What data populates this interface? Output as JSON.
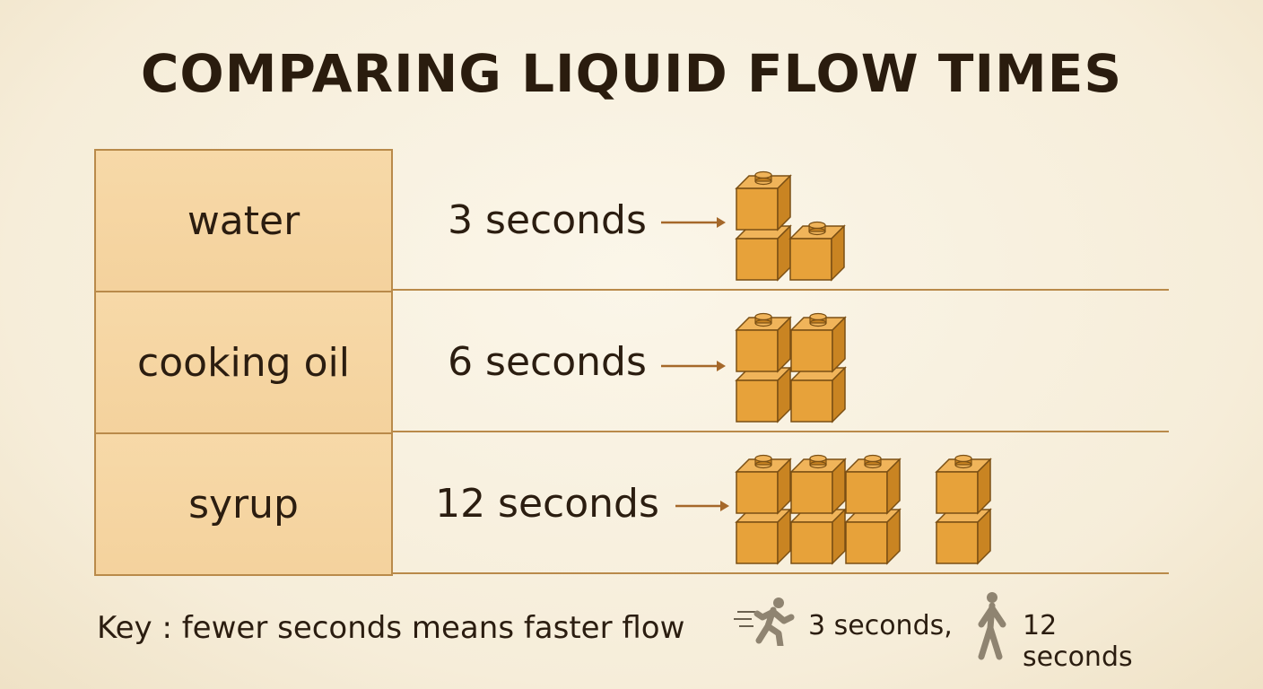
{
  "title": "COMPARING LIQUID FLOW TIMES",
  "chart_data": {
    "type": "table",
    "unit": "seconds",
    "rows": [
      {
        "label": "water",
        "value": 3,
        "display": "3 seconds"
      },
      {
        "label": "cooking oil",
        "value": 6,
        "display": "6 seconds"
      },
      {
        "label": "syrup",
        "value": 12,
        "display": "12 seconds"
      }
    ]
  },
  "key": {
    "text": "Key : fewer seconds means faster flow",
    "fast_label": "3 seconds,",
    "slow_label": "12 seconds",
    "fast_icon": "running-person-icon",
    "slow_icon": "walking-person-icon"
  },
  "colors": {
    "block": "#e7a23a",
    "block_top": "#f0b45a",
    "block_side": "#c98422",
    "block_edge": "#7a4f14",
    "label_fill": "#f6d6a3",
    "grid": "#b98a4a",
    "arrow": "#a5682a"
  }
}
